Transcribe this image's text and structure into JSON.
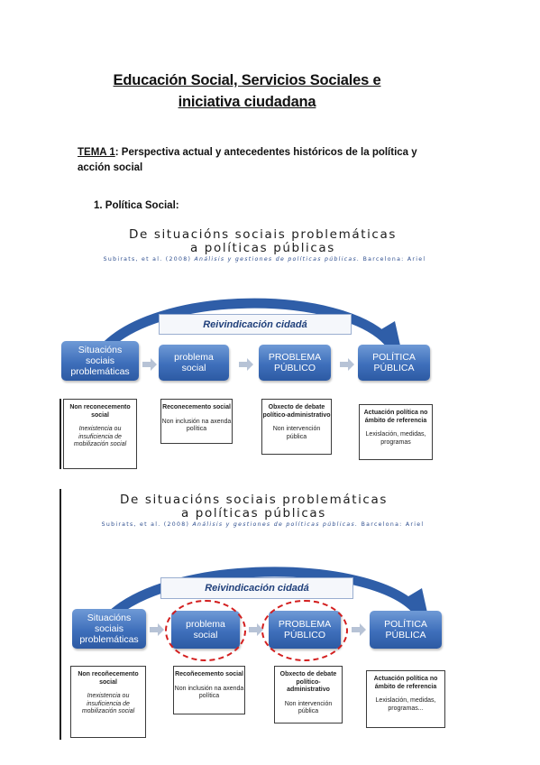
{
  "doc": {
    "title_line1": "Educación Social, Servicios Sociales e",
    "title_line2": "iniciativa ciudadana",
    "topic_label": "TEMA 1",
    "topic_text": ": Perspectiva actual y antecedentes históricos de la política y acción social",
    "section": "1.   Política Social:"
  },
  "figures": [
    {
      "title_line1": "De situacións sociais problemáticas",
      "title_line2": "a políticas públicas",
      "cite_authors": "Subirats, et al. (2008)",
      "cite_work": "Análisis y gestiones de políticas públicas.",
      "cite_place": "Barcelona: Ariel",
      "banner": "Reivindicación cidadá",
      "boxes": [
        "Situacións sociais problemáticas",
        "problema social",
        "PROBLEMA PÚBLICO",
        "POLÍTICA PÚBLICA"
      ],
      "captions": [
        {
          "h": "Non reconecemento social",
          "n": "",
          "it": "Inexistencia ou insuficiencia de mobilización social"
        },
        {
          "h": "Reconecemento social",
          "n": "Non inclusión na axenda política",
          "it": ""
        },
        {
          "h": "Obxecto de debate político-administrativo",
          "n": "Non intervención pública",
          "it": ""
        },
        {
          "h": "Actuación política no ámbito de referencia",
          "n": "Lexislación, medidas, programas",
          "it": ""
        }
      ]
    },
    {
      "title_line1": "De situacións sociais problemáticas",
      "title_line2": "a políticas públicas",
      "cite_authors": "Subirats, et al. (2008)",
      "cite_work": "Análisis y gestiones de políticas públicas.",
      "cite_place": "Barcelona: Ariel",
      "banner": "Reivindicación cidadá",
      "boxes": [
        "Situacións sociais problemáticas",
        "problema social",
        "PROBLEMA PÚBLICO",
        "POLÍTICA PÚBLICA"
      ],
      "captions": [
        {
          "h": "Non recoñecemento social",
          "n": "",
          "it": "Inexistencia ou insuficiencia de mobilización social"
        },
        {
          "h": "Recoñecemento social",
          "n": "Non inclusión na axenda política",
          "it": ""
        },
        {
          "h": "Obxecto de debate político-administrativo",
          "n": "Non intervención pública",
          "it": ""
        },
        {
          "h": "Actuación política no ámbito de referencia",
          "n": "Lexislación, medidas, programas...",
          "it": ""
        }
      ]
    }
  ],
  "colors": {
    "box": "#3e6fbb",
    "curve": "#2f5ea8",
    "highlight": "#d31e1e"
  }
}
